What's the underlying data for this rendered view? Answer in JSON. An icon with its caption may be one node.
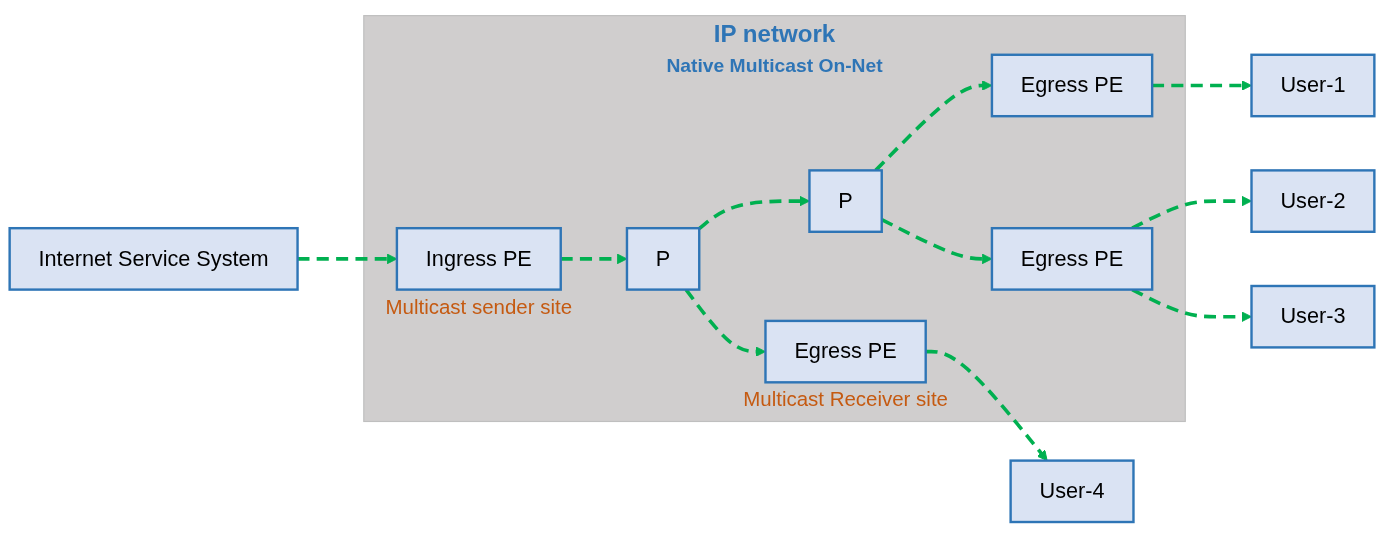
{
  "diagram": {
    "nodes": [
      {
        "text": [
          "IP network",
          "Native Multicast On-Net"
        ]
      },
      {
        "text": [
          "Internet Service System"
        ]
      },
      {
        "text": [
          "Ingress PE"
        ],
        "in": 0,
        "beside": [
          "Multicast sender site"
        ]
      },
      {
        "text": [
          "P"
        ],
        "in": 0
      },
      {
        "text": [
          "P"
        ],
        "in": 0
      },
      {
        "text": [
          "Egress PE"
        ],
        "in": 0
      },
      {
        "text": [
          "Egress PE"
        ],
        "in": 0
      },
      {
        "text": [
          "Egress PE"
        ],
        "in": 0,
        "beside": [
          "Multicast Receiver site"
        ]
      },
      {
        "text": [
          "User-1"
        ]
      },
      {
        "text": [
          "User-2"
        ]
      },
      {
        "text": [
          "User-3"
        ]
      },
      {
        "text": [
          "User-4"
        ]
      }
    ],
    "edges": [
      {
        "from": 1,
        "to": 2,
        "arrow": "to",
        "style": "dashed"
      },
      {
        "from": 2,
        "to": 3,
        "arrow": "to",
        "style": "dashed"
      },
      {
        "from": 3,
        "to": 4,
        "arrow": "to",
        "style": "dashed"
      },
      {
        "from": 3,
        "to": 7,
        "arrow": "to",
        "style": "dashed"
      },
      {
        "from": 4,
        "to": 5,
        "arrow": "to",
        "style": "dashed"
      },
      {
        "from": 4,
        "to": 6,
        "arrow": "to",
        "style": "dashed"
      },
      {
        "from": 5,
        "to": 8,
        "arrow": "to",
        "style": "dashed"
      },
      {
        "from": 6,
        "to": 9,
        "arrow": "to",
        "style": "dashed"
      },
      {
        "from": 6,
        "to": 10,
        "arrow": "to",
        "style": "dashed"
      },
      {
        "from": 7,
        "to": 11,
        "arrow": "to",
        "style": "dashed"
      }
    ]
  }
}
